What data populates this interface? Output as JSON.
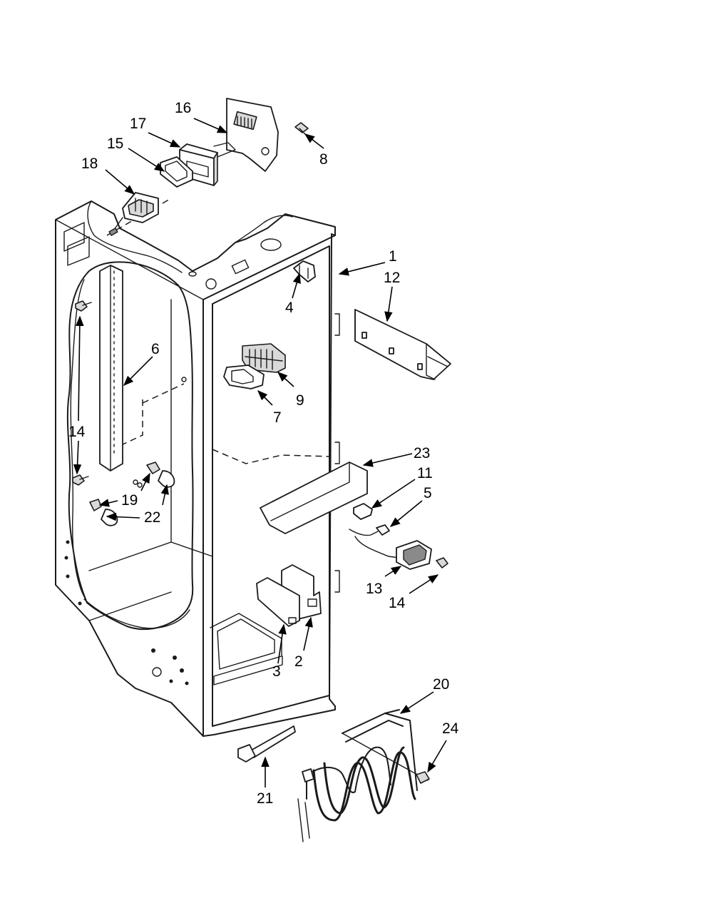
{
  "callouts": {
    "c1": "1",
    "c2": "2",
    "c3": "3",
    "c4": "4",
    "c5": "5",
    "c6": "6",
    "c7": "7",
    "c8": "8",
    "c9": "9",
    "c11": "11",
    "c12": "12",
    "c13": "13",
    "c14_left": "14",
    "c14_right": "14",
    "c15": "15",
    "c16": "16",
    "c17": "17",
    "c18": "18",
    "c19": "19",
    "c20": "20",
    "c21": "21",
    "c22": "22",
    "c23": "23",
    "c24": "24"
  },
  "colors": {
    "line": "#1a1a1a",
    "background": "#ffffff"
  }
}
